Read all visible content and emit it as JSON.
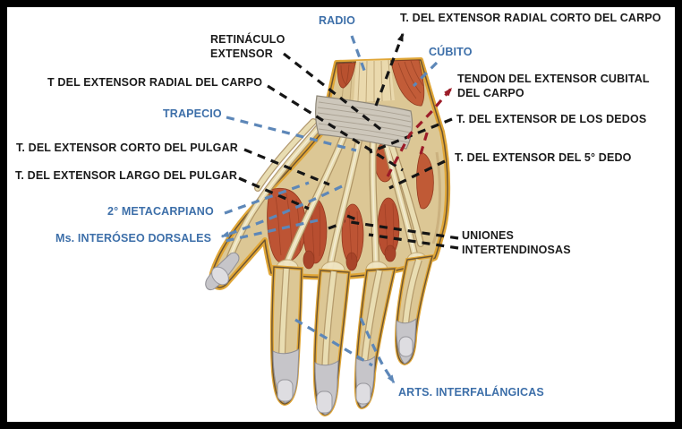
{
  "figure": {
    "description_domain": "anatomical diagram of the dorsum of the hand (extensor tendons), Spanish labels",
    "colors": {
      "background": "#ffffff",
      "border": "#000000",
      "label_black": "#1b1b1b",
      "label_blue": "#3d6fa9",
      "leader_black": "#151515",
      "leader_blue": "#5d87b8",
      "leader_dark_red": "#9c1c28",
      "skin_tan": "#dcc795",
      "tendon_cream": "#e9ddb2",
      "muscle_red": "#bd5434",
      "retinaculum_gray": "#cdc7bb",
      "fat_yellow": "#e0a637",
      "nail_gray": "#dedde1"
    }
  },
  "labels": {
    "radio": "RADIO",
    "ext_radial_corto": "T. DEL EXTENSOR RADIAL CORTO DEL CARPO",
    "retinaculo": "RETINÁCULO\nEXTENSOR",
    "cubito": "CÚBITO",
    "ext_radial": "T DEL EXTENSOR RADIAL DEL CARPO",
    "tendon_cubital": "TENDON DEL EXTENSOR CUBITAL\nDEL CARPO",
    "trapecio": "TRAPECIO",
    "ext_dedos": "T. DEL EXTENSOR DE LOS DEDOS",
    "ext_corto_pulgar": "T. DEL EXTENSOR CORTO DEL PULGAR",
    "ext_5_dedo": "T. DEL EXTENSOR DEL 5° DEDO",
    "ext_largo_pulgar": "T. DEL EXTENSOR LARGO DEL PULGAR",
    "metacarpiano": "2° METACARPIANO",
    "interoseo": "Ms. INTERÓSEO DORSALES",
    "uniones": "UNIONES\nINTERTENDINOSAS",
    "interfalangicas": "ARTS. INTERFALÁNGICAS"
  }
}
